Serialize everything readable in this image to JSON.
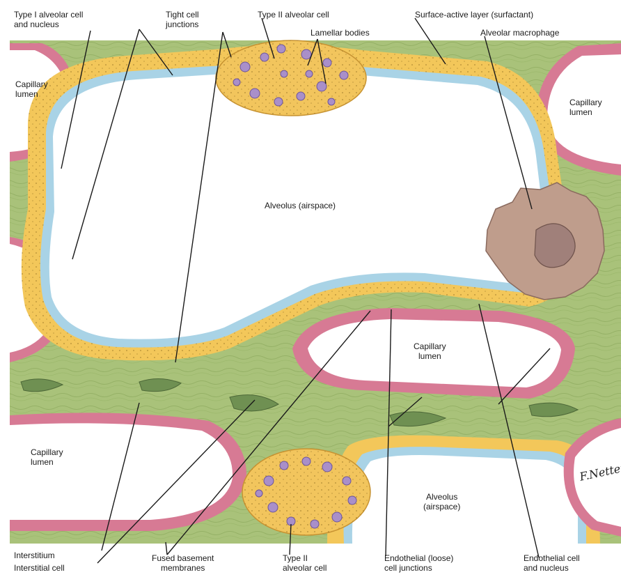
{
  "labels": {
    "type1_cell": [
      "Type I alveolar cell",
      "and nucleus"
    ],
    "tight_junctions": [
      "Tight cell",
      "junctions"
    ],
    "type2_top": [
      "Type II alveolar cell"
    ],
    "lamellar": [
      "Lamellar bodies"
    ],
    "surfactant": [
      "Surface-active layer (surfactant)"
    ],
    "macrophage": [
      "Alveolar macrophage"
    ],
    "cap_top_left": [
      "Capillary",
      "lumen"
    ],
    "cap_top_right": [
      "Capillary",
      "lumen"
    ],
    "alveolus_main": [
      "Alveolus (airspace)"
    ],
    "cap_center": [
      "Capillary",
      "lumen"
    ],
    "cap_bottom_left": [
      "Capillary",
      "lumen"
    ],
    "alveolus_bottom": [
      "Alveolus",
      "(airspace)"
    ],
    "interstitium": [
      "Interstitium"
    ],
    "interstitial_cell": [
      "Interstitial cell"
    ],
    "fused_membranes": [
      "Fused basement",
      "membranes"
    ],
    "type2_bottom": [
      "Type II",
      "alveolar cell"
    ],
    "endothelial_junctions": [
      "Endothelial (loose)",
      "cell junctions"
    ],
    "endothelial_cell": [
      "Endothelial cell",
      "and nucleus"
    ]
  },
  "signature": "F.Netter",
  "colors": {
    "interstitium": "#a9c27a",
    "epithelium": "#f3c75a",
    "surfactant": "#a9d3e6",
    "endothelium": "#d77a94",
    "type2_cell": "#f2c55d",
    "lamellar_body": "#a98fc9",
    "macrophage": "#bf9d8c",
    "leader_line": "#1a1a1a"
  }
}
